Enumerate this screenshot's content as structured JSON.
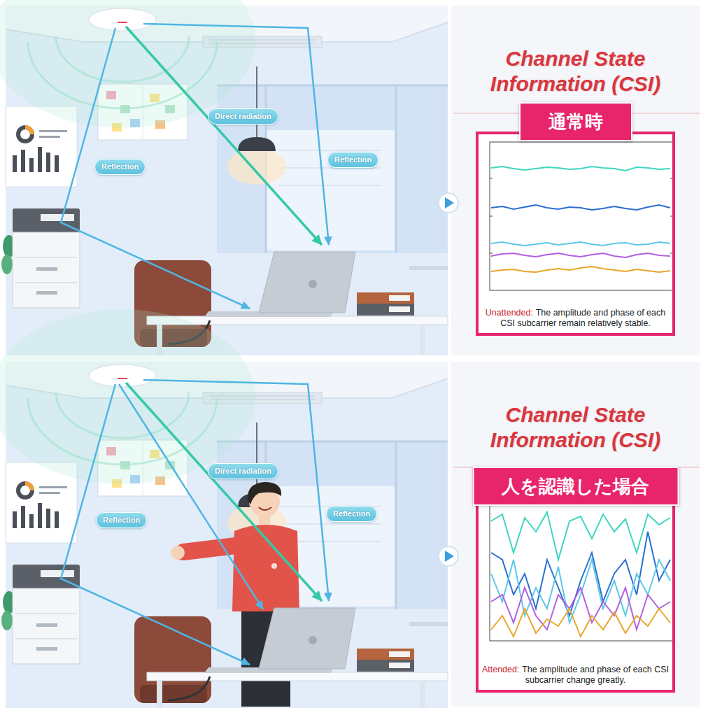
{
  "diagram": {
    "nodes": [
      {
        "text": [
          "Direct radiation"
        ]
      },
      {
        "text": [
          "Reflection"
        ]
      },
      {
        "text": [
          "Reflection"
        ]
      },
      {
        "text": [
          "Channel State Information (CSI)"
        ]
      },
      {
        "text": [
          "Unattended:",
          "The amplitude and phase of each CSI subcarrier remain relatively stable."
        ],
        "in": 3
      },
      {
        "text": [
          "通常時"
        ],
        "in": 4
      },
      {
        "text": [
          "Direct radiation"
        ]
      },
      {
        "text": [
          "Reflection"
        ]
      },
      {
        "text": [
          "Reflection"
        ]
      },
      {
        "text": [
          "Channel State Information (CSI)"
        ]
      },
      {
        "text": [
          "Attended:",
          "The amplitude and phase of each CSI subcarrier change greatly."
        ],
        "in": 9
      },
      {
        "text": [
          "人を認識した場合"
        ],
        "in": 10
      }
    ]
  }
}
